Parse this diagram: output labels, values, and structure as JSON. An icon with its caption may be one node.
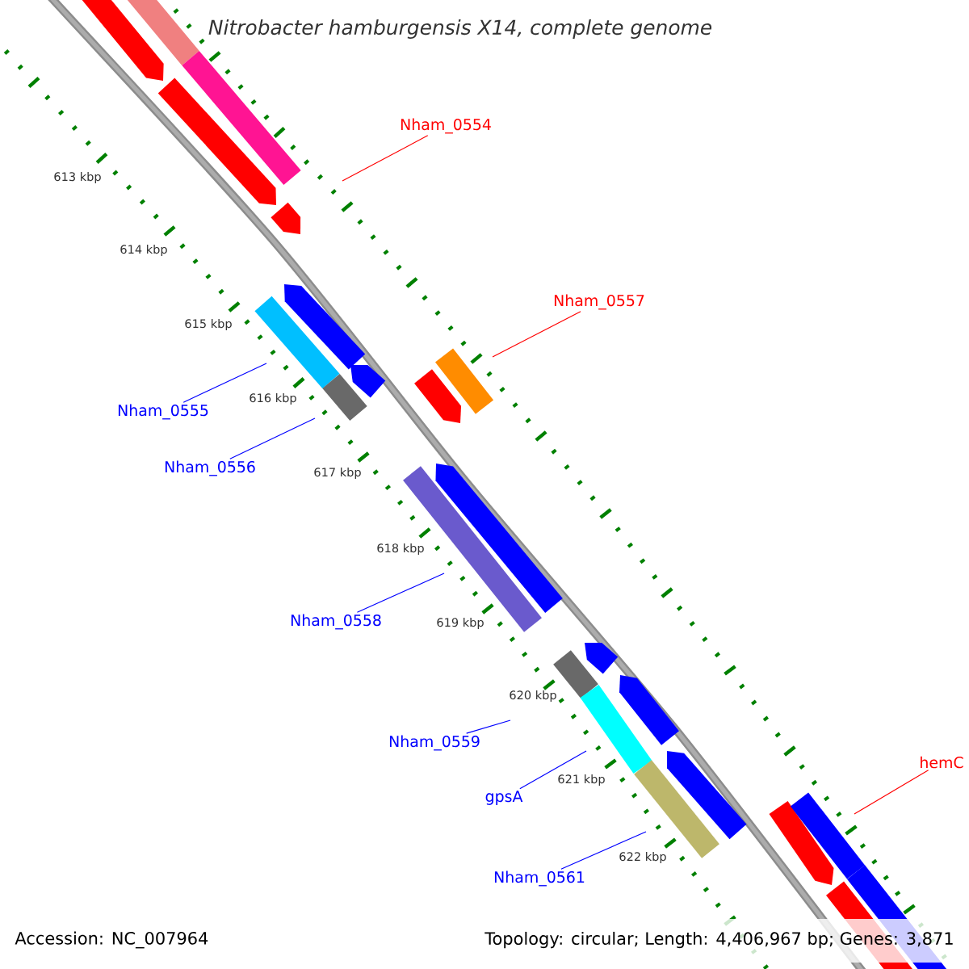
{
  "diagram": {
    "title": "Nitrobacter hamburgensis X14, complete genome",
    "nodes": [
      {
        "text": [
          "Nham_0554"
        ]
      },
      {
        "text": [
          "Nham_0557"
        ]
      },
      {
        "text": [
          "Nham_0555"
        ]
      },
      {
        "text": [
          "Nham_0556"
        ]
      },
      {
        "text": [
          "Nham_0558"
        ]
      },
      {
        "text": [
          "Nham_0559"
        ]
      },
      {
        "text": [
          "gpsA"
        ]
      },
      {
        "text": [
          "Nham_0561"
        ]
      },
      {
        "text": [
          "hemC"
        ]
      }
    ],
    "edges": [
      {
        "from": 0,
        "to": null,
        "arrow": "none",
        "color": "#ff0000"
      },
      {
        "from": 1,
        "to": null,
        "arrow": "none",
        "color": "#ff0000"
      },
      {
        "from": 2,
        "to": null,
        "arrow": "none"
      },
      {
        "from": 3,
        "to": null,
        "arrow": "none"
      },
      {
        "from": 4,
        "to": null,
        "arrow": "none"
      },
      {
        "from": 5,
        "to": null,
        "arrow": "none"
      },
      {
        "from": 6,
        "to": null,
        "arrow": "none"
      },
      {
        "from": 7,
        "to": null,
        "arrow": "none"
      },
      {
        "from": 8,
        "to": null,
        "arrow": "none",
        "color": "#ff0000"
      }
    ],
    "labels": [
      "613 kbp",
      "614 kbp",
      "615 kbp",
      "616 kbp",
      "617 kbp",
      "618 kbp",
      "619 kbp",
      "620 kbp",
      "621 kbp",
      "622 kbp",
      "Accession: NC_007964",
      "Topology: circular; Length: 4,406,967 bp; Genes: 3,871"
    ]
  }
}
